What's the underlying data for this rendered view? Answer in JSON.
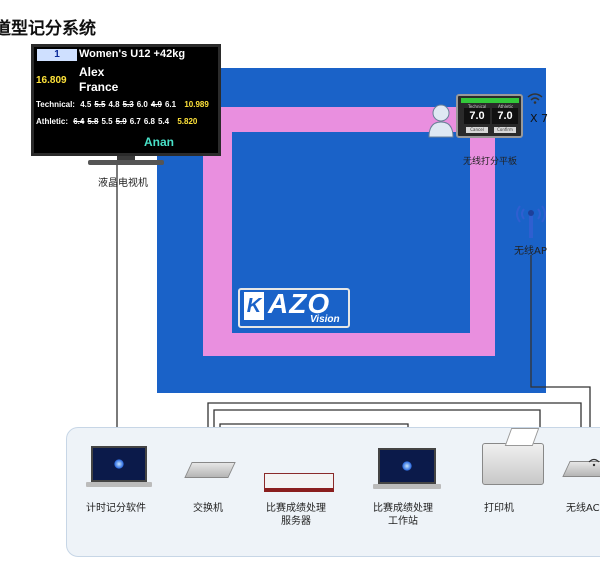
{
  "title": "道型记分系统",
  "scoreboard": {
    "number": "1",
    "category": "Women's U12 +42kg",
    "total": "16.809",
    "name": "Alex",
    "country": "France",
    "technical_label": "Technical:",
    "technical_scores": [
      "4.5",
      "5.5",
      "4.8",
      "5.3",
      "6.0",
      "4.9",
      "6.1"
    ],
    "technical_struck": [
      false,
      true,
      false,
      true,
      false,
      true,
      false
    ],
    "technical_total": "10.989",
    "athletic_label": "Athletic:",
    "athletic_scores": [
      "6.4",
      "5.8",
      "5.5",
      "5.9",
      "6.7",
      "6.8",
      "5.4"
    ],
    "athletic_struck": [
      true,
      true,
      false,
      true,
      false,
      false,
      false
    ],
    "athletic_total": "5.820",
    "coach": "Anan"
  },
  "labels": {
    "tv": "液晶电视机",
    "tablet": "无线打分平板",
    "tablet_count": "X 7",
    "ap_top": "无线AP",
    "timer_software": "计时记分软件",
    "switch": "交换机",
    "server_line1": "比赛成绩处理",
    "server_line2": "服务器",
    "workstation_line1": "比赛成绩处理",
    "workstation_line2": "工作站",
    "printer": "打印机",
    "ap_bottom": "无线AC"
  },
  "tablet": {
    "left_label": "Technical",
    "right_label": "Athletic",
    "left_score": "7.0",
    "right_score": "7.0",
    "left_button": "Cancel",
    "right_button": "Confirm"
  },
  "logo": {
    "letter": "K",
    "word": "AZO",
    "sub": "Vision"
  },
  "colors": {
    "mat_blue": "#1a62c8",
    "mat_pink": "#e98fdf",
    "score_yellow": "#ffe33a",
    "coach_teal": "#49e1c8"
  }
}
